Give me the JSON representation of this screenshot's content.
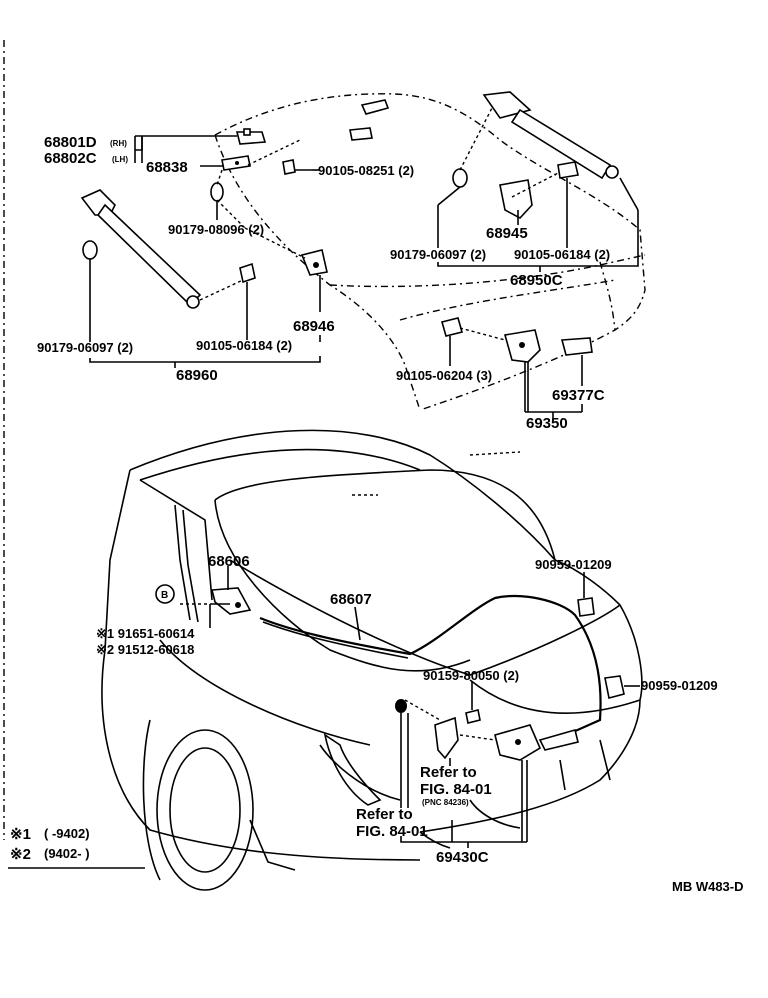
{
  "labels": {
    "p68801d": "68801D",
    "p68801d_suffix": "(RH)",
    "p68802c": "68802C",
    "p68802c_suffix": "(LH)",
    "p68838": "68838",
    "p90105_08251": "90105-08251 (2)",
    "p90179_08096": "90179-08096 (2)",
    "p90179_06097_left": "90179-06097 (2)",
    "p90105_06184_left": "90105-06184 (2)",
    "p68946": "68946",
    "p68960": "68960",
    "p90179_06097_right": "90179-06097 (2)",
    "p68945": "68945",
    "p90105_06184_right": "90105-06184 (2)",
    "p68950c": "68950C",
    "p90105_06204": "90105-06204 (3)",
    "p69377c": "69377C",
    "p69350": "69350",
    "p68606": "68606",
    "p68607": "68607",
    "p90959_01209_top": "90959-01209",
    "p90959_01209_right": "90959-01209",
    "p90159_80050": "90159-80050 (2)",
    "marker_b": "B",
    "note1_part": "※1 91651-60614",
    "note2_part": "※2 91512-60618",
    "refer_to_1": "Refer to",
    "fig_ref_1": "FIG. 84-01",
    "pnc_ref": "(PNC 84236)",
    "refer_to_2": "Refer to",
    "fig_ref_2": "FIG. 84-01",
    "p69430c": "69430C",
    "legend1_mark": "※1",
    "legend1_text": "(      -9402)",
    "legend2_mark": "※2",
    "legend2_text": "(9402-       )",
    "drawing_code": "MB W483-D"
  }
}
